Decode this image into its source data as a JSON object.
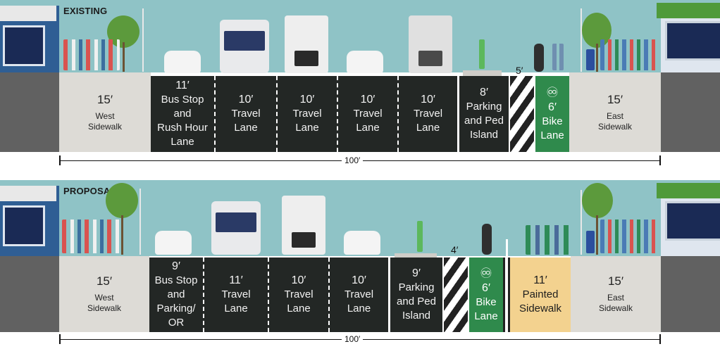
{
  "existing": {
    "label": "EXISTING",
    "total": "100′",
    "buffer_width": "5′",
    "segments": [
      {
        "kind": "sidewalk",
        "dim": "15′",
        "name": [
          "West",
          "Sidewalk"
        ]
      },
      {
        "kind": "lane",
        "dim": "11′",
        "name": [
          "Bus Stop",
          "and",
          "Rush Hour",
          "Lane"
        ]
      },
      {
        "kind": "lane",
        "dim": "10′",
        "name": [
          "Travel",
          "Lane"
        ]
      },
      {
        "kind": "lane",
        "dim": "10′",
        "name": [
          "Travel",
          "Lane"
        ]
      },
      {
        "kind": "lane",
        "dim": "10′",
        "name": [
          "Travel",
          "Lane"
        ]
      },
      {
        "kind": "lane",
        "dim": "10′",
        "name": [
          "Travel",
          "Lane"
        ]
      },
      {
        "kind": "lane",
        "dim": "8′",
        "name": [
          "Parking",
          "and Ped",
          "Island"
        ]
      },
      {
        "kind": "bike",
        "dim": "6′",
        "name": [
          "Bike",
          "Lane"
        ]
      },
      {
        "kind": "sidewalk",
        "dim": "15′",
        "name": [
          "East",
          "Sidewalk"
        ]
      }
    ]
  },
  "proposal": {
    "label": "PROPOSAL",
    "total": "100′",
    "buffer_width": "4′",
    "segments": [
      {
        "kind": "sidewalk",
        "dim": "15′",
        "name": [
          "West",
          "Sidewalk"
        ]
      },
      {
        "kind": "lane",
        "dim": "9′",
        "name": [
          "Bus Stop",
          "and",
          "Parking/",
          "OR"
        ]
      },
      {
        "kind": "lane",
        "dim": "11′",
        "name": [
          "Travel",
          "Lane"
        ]
      },
      {
        "kind": "lane",
        "dim": "10′",
        "name": [
          "Travel",
          "Lane"
        ]
      },
      {
        "kind": "lane",
        "dim": "10′",
        "name": [
          "Travel",
          "Lane"
        ]
      },
      {
        "kind": "lane",
        "dim": "9′",
        "name": [
          "Parking",
          "and Ped",
          "Island"
        ]
      },
      {
        "kind": "bike",
        "dim": "6′",
        "name": [
          "Bike",
          "Lane"
        ]
      },
      {
        "kind": "painted",
        "dim": "11′",
        "name": [
          "Painted",
          "Sidewalk"
        ]
      },
      {
        "kind": "sidewalk",
        "dim": "15′",
        "name": [
          "East",
          "Sidewalk"
        ]
      }
    ]
  },
  "colors": {
    "sky": "#8fc3c6",
    "lane": "#232725",
    "bike_lane": "#2f8a4c",
    "painted_sidewalk": "#f3d28f",
    "sidewalk": "#dddbd6",
    "building_blue": "#2f5e94",
    "building_green_roof": "#4f9a3a"
  },
  "icons": [
    "bike-lane-symbol-icon",
    "bus-icon",
    "car-icon",
    "box-truck-icon",
    "tree-icon",
    "street-lamp-icon",
    "pedestrian-icon",
    "cyclist-icon",
    "mailbox-icon"
  ]
}
